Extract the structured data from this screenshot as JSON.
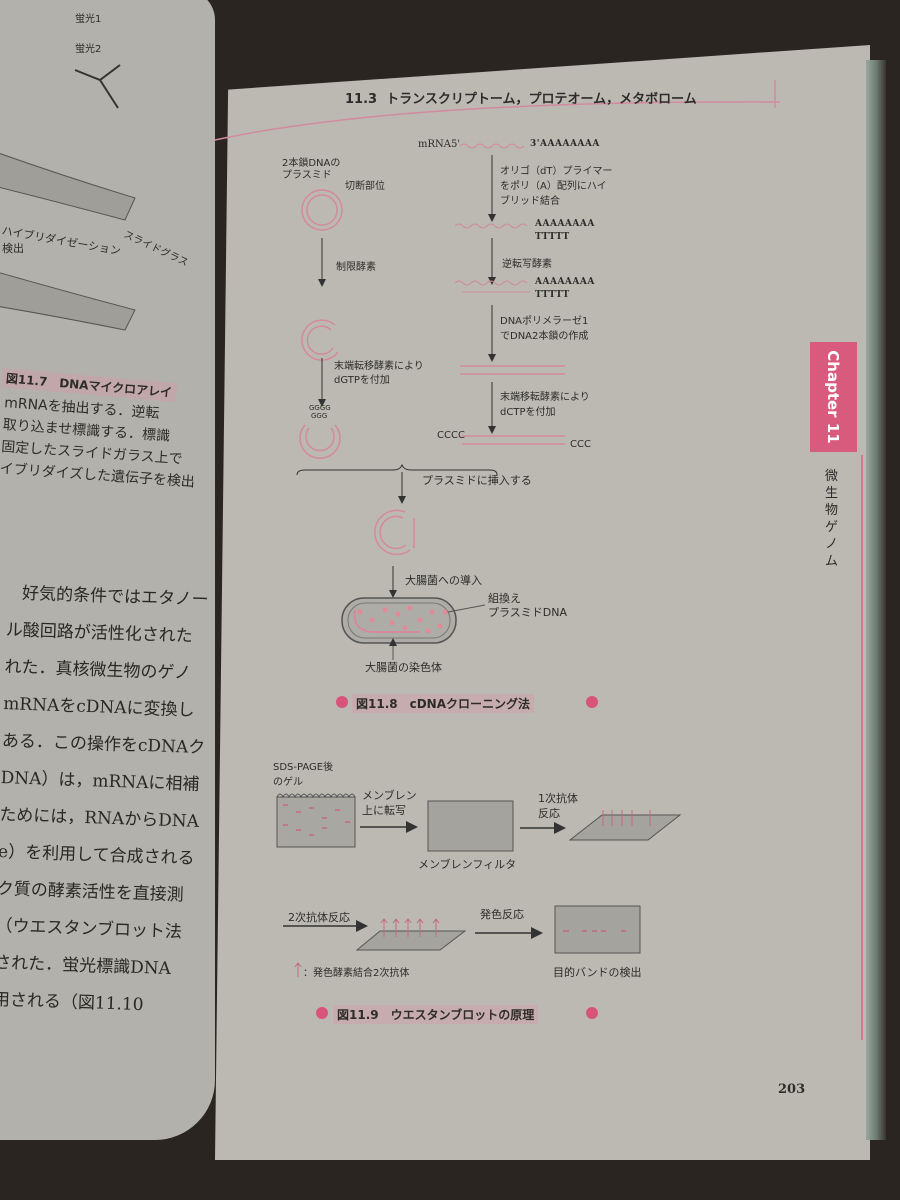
{
  "colors": {
    "accent_pink": "#d9547a",
    "page": "#bbb9b2",
    "background": "#2b2521"
  },
  "header": {
    "section": "11.3",
    "title": "トランスクリプトーム，プロテオーム，メタボローム"
  },
  "fig_11_8": {
    "plasmid_label": [
      "2本鎖DNAの",
      "プラスミド"
    ],
    "cut_site": "切断部位",
    "restriction_enzyme": "制限酵素",
    "dgtp_step": [
      "末端転移酵素により",
      "dGTPを付加"
    ],
    "ggg": "GGG",
    "gggg": "GGGG",
    "mrna_label": "mRNA5'",
    "poly_a": "3'AAAAAAAA",
    "oligo_step": [
      "オリゴ（dT）プライマー",
      "をポリ（A）配列にハイ",
      "ブリッド結合"
    ],
    "aaaa": "AAAAAAAA",
    "tttt": "TTTTT",
    "rt_step": "逆転写酵素",
    "pol_step": [
      "DNAポリメラーゼ1",
      "でDNA2本鎖の作成"
    ],
    "dctp_step": [
      "末端移転酵素により",
      "dCTPを付加"
    ],
    "cccc": "CCCC",
    "ccc": "CCC",
    "insert_step": "プラスミドに挿入する",
    "ecoli_step": "大腸菌への導入",
    "recomb_label": [
      "組換え",
      "プラスミドDNA"
    ],
    "chromosome_label": "大腸菌の染色体",
    "caption": "図11.8　cDNAクローニング法"
  },
  "fig_11_9": {
    "gel_label": [
      "SDS-PAGE後",
      "のゲル"
    ],
    "transfer_step": [
      "メンブレン",
      "上に転写"
    ],
    "membrane_label": "メンブレンフィルタ",
    "primary_step": [
      "1次抗体",
      "反応"
    ],
    "secondary_step": "2次抗体反応",
    "color_step": "発色反応",
    "legend": "：発色酵素結合2次抗体",
    "detection_label": "目的バンドの検出",
    "caption": "図11.9　ウエスタンブロットの原理"
  },
  "side_tab": {
    "chapter": "Chapter 11",
    "title": "微生物ゲノム"
  },
  "page_number": "203",
  "left_page": {
    "fluor1": "蛍光1",
    "fluor2": "蛍光2",
    "hybrid": "ハイブリダイゼーション",
    "detect": "検出",
    "slide": "スライドグラス",
    "caption": "図11.7　DNAマイクロアレイ",
    "caption_lines": [
      "mRNAを抽出する．逆転",
      "取り込ませ標識する．標識",
      "固定したスライドガラス上で",
      "イブリダイズした遺伝子を検出"
    ],
    "body": [
      "好気的条件ではエタノー",
      "ル酸回路が活性化された",
      "れた．真核微生物のゲノ",
      "mRNAをcDNAに変換し",
      "ある．この操作をcDNAク",
      "DNA）は，mRNAに相補",
      "ためには，RNAからDNA",
      "e）を利用して合成される",
      "ク質の酵素活性を直接測",
      "（ウエスタンブロット法",
      "された．蛍光標識DNA",
      "用される（図11.10"
    ]
  }
}
